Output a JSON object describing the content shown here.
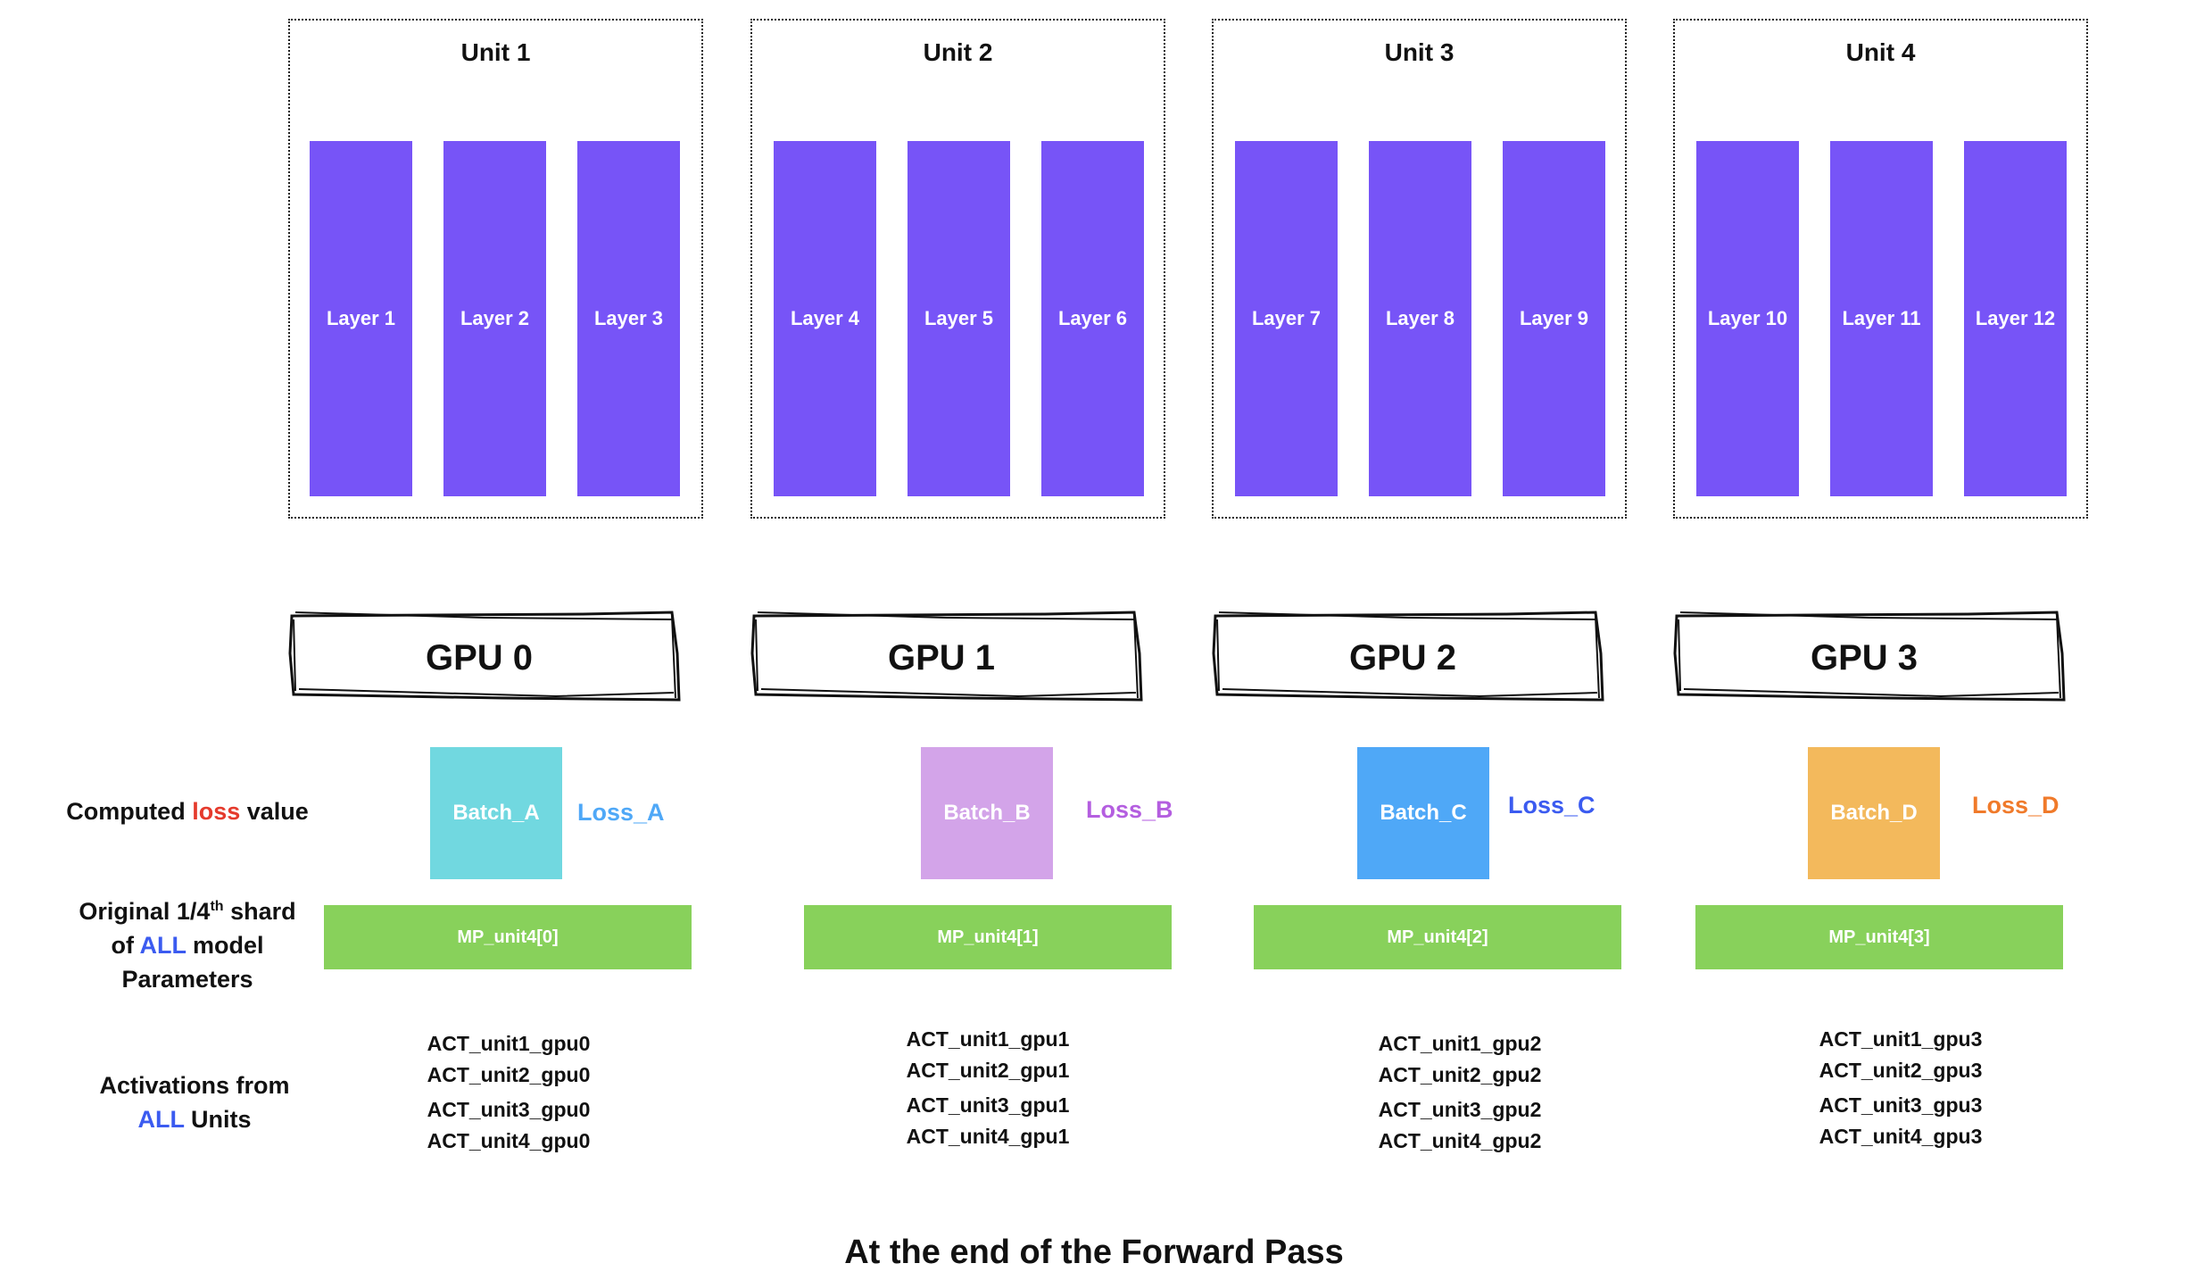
{
  "units": [
    {
      "title": "Unit 1",
      "layers": [
        "Layer 1",
        "Layer 2",
        "Layer 3"
      ]
    },
    {
      "title": "Unit 2",
      "layers": [
        "Layer 4",
        "Layer 5",
        "Layer 6"
      ]
    },
    {
      "title": "Unit 3",
      "layers": [
        "Layer 7",
        "Layer 8",
        "Layer 9"
      ]
    },
    {
      "title": "Unit 4",
      "layers": [
        "Layer 10",
        "Layer 11",
        "Layer 12"
      ]
    }
  ],
  "gpus": [
    {
      "label": "GPU 0",
      "batch": "Batch_A",
      "loss": "Loss_A",
      "mp": "MP_unit4[0]",
      "acts": [
        "ACT_unit1_gpu0",
        "ACT_unit2_gpu0",
        "ACT_unit3_gpu0",
        "ACT_unit4_gpu0"
      ]
    },
    {
      "label": "GPU 1",
      "batch": "Batch_B",
      "loss": "Loss_B",
      "mp": "MP_unit4[1]",
      "acts": [
        "ACT_unit1_gpu1",
        "ACT_unit2_gpu1",
        "ACT_unit3_gpu1",
        "ACT_unit4_gpu1"
      ]
    },
    {
      "label": "GPU 2",
      "batch": "Batch_C",
      "loss": "Loss_C",
      "mp": "MP_unit4[2]",
      "acts": [
        "ACT_unit1_gpu2",
        "ACT_unit2_gpu2",
        "ACT_unit3_gpu2",
        "ACT_unit4_gpu2"
      ]
    },
    {
      "label": "GPU 3",
      "batch": "Batch_D",
      "loss": "Loss_D",
      "mp": "MP_unit4[3]",
      "acts": [
        "ACT_unit1_gpu3",
        "ACT_unit2_gpu3",
        "ACT_unit3_gpu3",
        "ACT_unit4_gpu3"
      ]
    }
  ],
  "row_labels": {
    "loss": {
      "pre": "Computed ",
      "highlight": "loss",
      "post": " value"
    },
    "params": {
      "line1_pre": "Original 1/4",
      "line1_sup": "th",
      "line1_post": " shard",
      "line2_pre": "of ",
      "line2_highlight": "ALL",
      "line2_post": " model",
      "line3": "Parameters"
    },
    "acts": {
      "line1": "Activations from",
      "line2_highlight": "ALL",
      "line2_post": " Units"
    }
  },
  "caption": "At the end of the Forward Pass",
  "colors": {
    "layer": "#7754f7",
    "mp": "#88d15b",
    "batch": [
      "#71d8e0",
      "#d3a4e9",
      "#4fa8f7",
      "#f3b95c"
    ],
    "loss": [
      "#4fa8f7",
      "#b45ee0",
      "#3b5bf0",
      "#f07a2a"
    ],
    "highlight_red": "#e53a2c",
    "highlight_blue": "#3b5bf0"
  }
}
